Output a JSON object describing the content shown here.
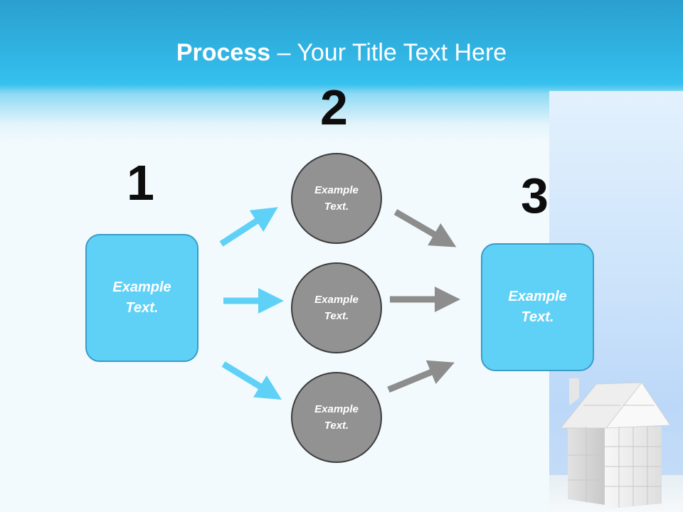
{
  "header": {
    "title_bold": "Process",
    "title_rest": " – Your Title Text Here"
  },
  "steps": {
    "one": "1",
    "two": "2",
    "three": "3"
  },
  "nodes": {
    "box_left": {
      "line1": "Example",
      "line2": "Text."
    },
    "circle_top": {
      "line1": "Example",
      "line2": "Text."
    },
    "circle_middle": {
      "line1": "Example",
      "line2": "Text."
    },
    "circle_bottom": {
      "line1": "Example",
      "line2": "Text."
    },
    "box_right": {
      "line1": "Example",
      "line2": "Text."
    }
  },
  "colors": {
    "accent_blue": "#5fd1f7",
    "circle_gray": "#929292",
    "arrow_blue": "#5fd1f7",
    "arrow_gray": "#8d8d8d"
  },
  "decoration": {
    "illustration": "puzzle-house-icon"
  }
}
